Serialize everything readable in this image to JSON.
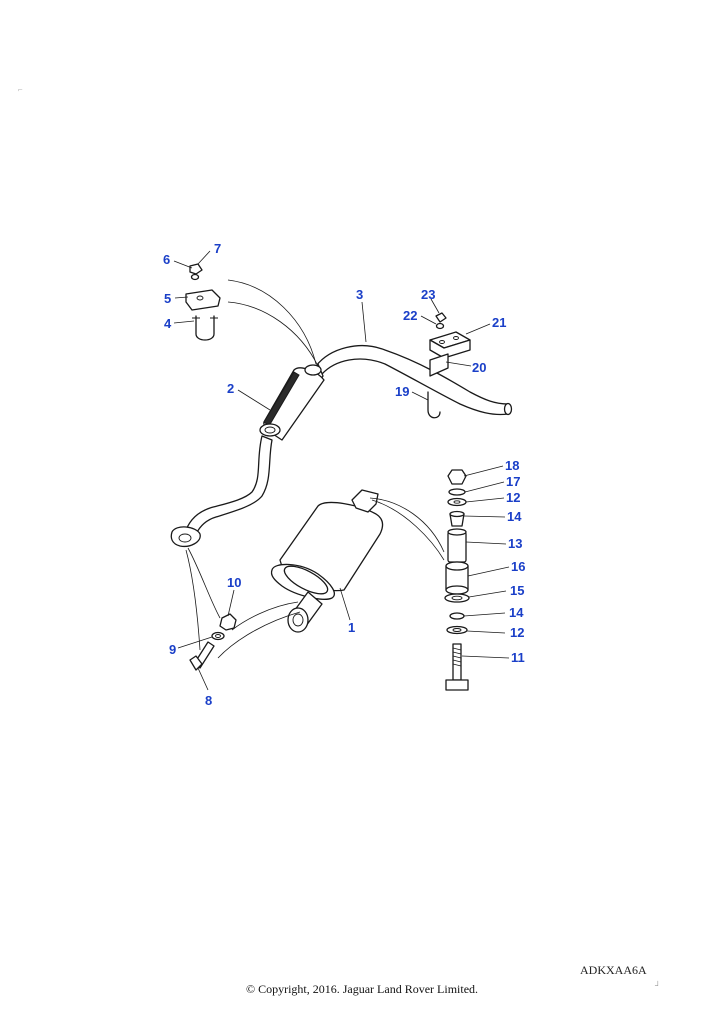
{
  "diagram": {
    "callouts": [
      "1",
      "2",
      "3",
      "4",
      "5",
      "6",
      "7",
      "8",
      "9",
      "10",
      "11",
      "12",
      "12",
      "13",
      "14",
      "14",
      "15",
      "16",
      "17",
      "18",
      "19",
      "20",
      "21",
      "22",
      "23"
    ],
    "illustration_code": "ADKXAA6A",
    "copyright": "© Copyright, 2016. Jaguar Land Rover Limited."
  }
}
